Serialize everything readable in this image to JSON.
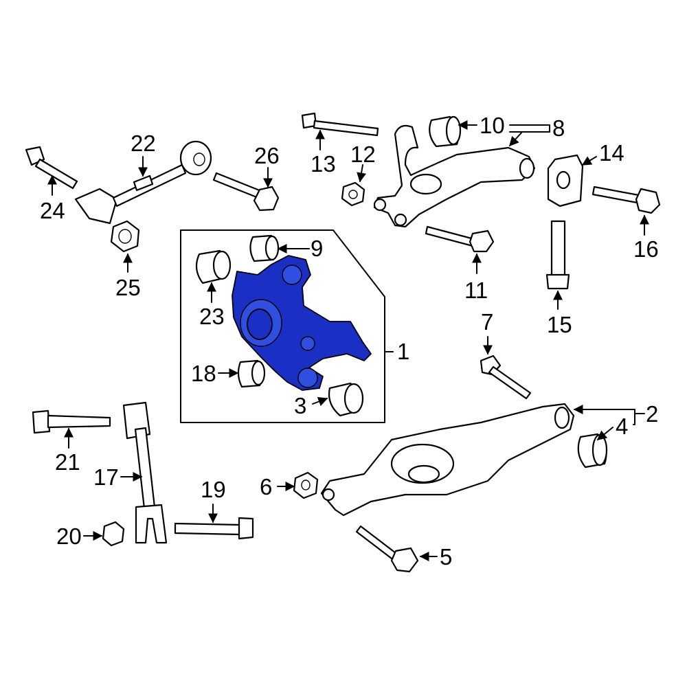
{
  "highlight_color": "#1a2fc4",
  "callouts": {
    "c1": "1",
    "c2": "2",
    "c3": "3",
    "c4": "4",
    "c5": "5",
    "c6": "6",
    "c7": "7",
    "c8": "8",
    "c9": "9",
    "c10": "10",
    "c11": "11",
    "c12": "12",
    "c13": "13",
    "c14": "14",
    "c15": "15",
    "c16": "16",
    "c17": "17",
    "c18": "18",
    "c19": "19",
    "c20": "20",
    "c21": "21",
    "c22": "22",
    "c23": "23",
    "c24": "24",
    "c25": "25",
    "c26": "26"
  }
}
